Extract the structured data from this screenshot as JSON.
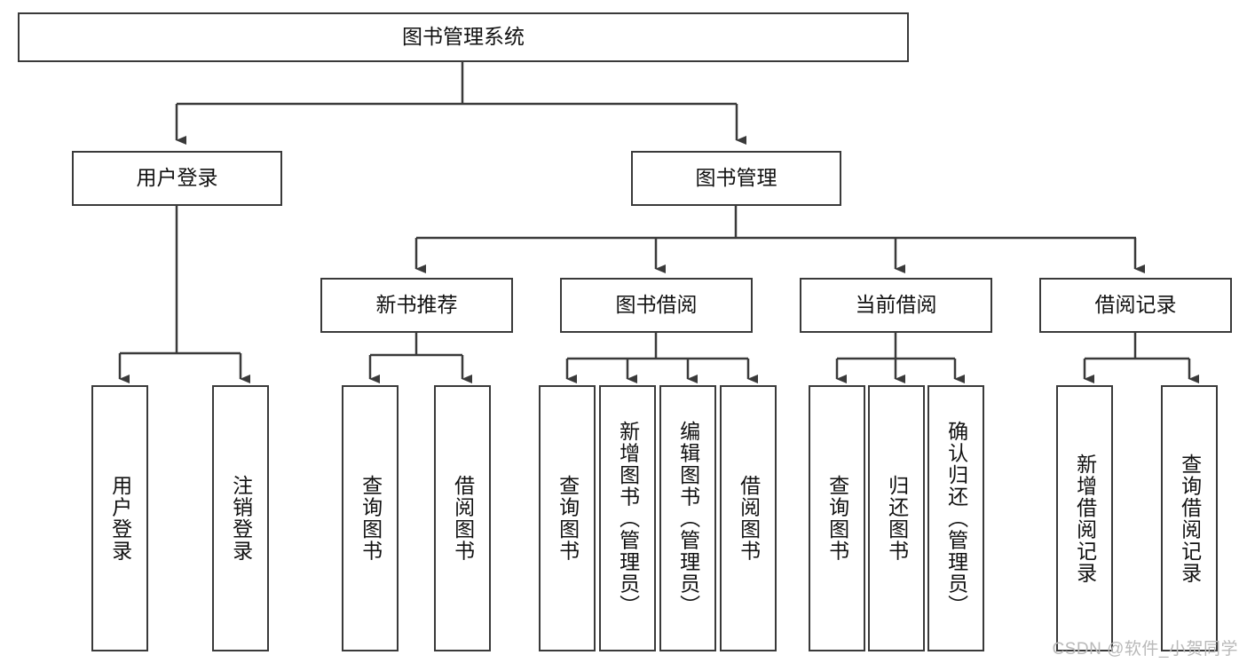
{
  "diagram": {
    "type": "tree-hierarchy",
    "title": "图书管理系统",
    "root": {
      "label": "图书管理系统"
    },
    "level2": [
      {
        "label": "用户登录"
      },
      {
        "label": "图书管理"
      }
    ],
    "level3": [
      {
        "label": "新书推荐"
      },
      {
        "label": "图书借阅"
      },
      {
        "label": "当前借阅"
      },
      {
        "label": "借阅记录"
      }
    ],
    "leaves": {
      "user_login": [
        {
          "label": "用户登录"
        },
        {
          "label": "注销登录"
        }
      ],
      "new_book_recommend": [
        {
          "label": "查询图书"
        },
        {
          "label": "借阅图书"
        }
      ],
      "book_borrow": [
        {
          "label": "查询图书"
        },
        {
          "label": "新增图书（管理员）"
        },
        {
          "label": "编辑图书（管理员）"
        },
        {
          "label": "借阅图书"
        }
      ],
      "current_borrow": [
        {
          "label": "查询图书"
        },
        {
          "label": "归还图书"
        },
        {
          "label": "确认归还（管理员）"
        }
      ],
      "borrow_record": [
        {
          "label": "新增借阅记录"
        },
        {
          "label": "查询借阅记录"
        }
      ]
    }
  },
  "watermark": {
    "text": "CSDN @软件_小贺同学"
  },
  "colors": {
    "stroke": "#3a3a3a",
    "fill": "#ffffff",
    "text": "#111111",
    "watermark": "#b9b9b9"
  }
}
